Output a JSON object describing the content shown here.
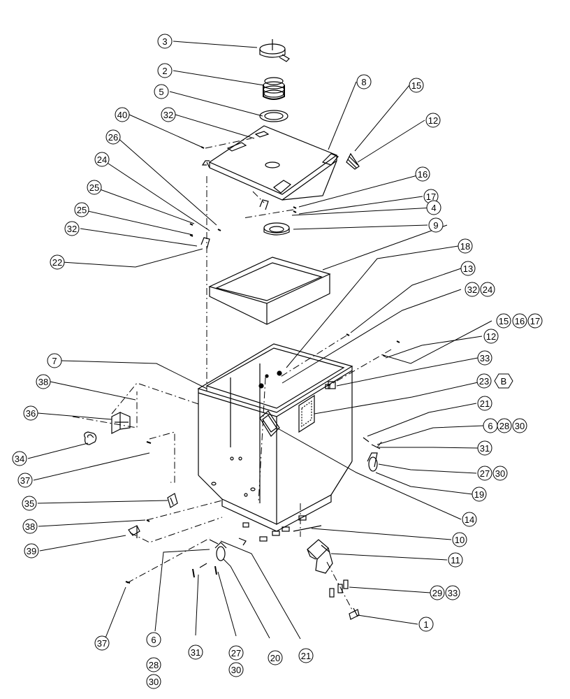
{
  "labels": {
    "b1": "3",
    "b2": "2",
    "b3": "5",
    "b4": "8",
    "b5": "15",
    "b6": "12",
    "b7": "40",
    "b8": "32",
    "b9": "26",
    "b10": "24",
    "b11": "25",
    "b12": "25",
    "b13": "32",
    "b14": "22",
    "b15": "16",
    "b16": "17",
    "b17": "4",
    "b18": "9",
    "b19": "18",
    "b20": "13",
    "b21": "32",
    "b22": "24",
    "b23": "15",
    "b24": "16",
    "b25": "17",
    "b26": "12",
    "b27": "7",
    "b28": "33",
    "b29": "38",
    "b30": "23",
    "b31": "36",
    "b32": "21",
    "b33": "6",
    "b34": "28",
    "b35": "30",
    "b36": "34",
    "b37": "31",
    "b38": "37",
    "b39": "27",
    "b40": "30",
    "b41": "19",
    "b42": "35",
    "b43": "14",
    "b44": "38",
    "b45": "10",
    "b46": "39",
    "b47": "11",
    "b48": "29",
    "b49": "33",
    "b50": "1",
    "b51": "37",
    "b52": "6",
    "b53": "28",
    "b54": "30",
    "b55": "31",
    "b56": "27",
    "b57": "30",
    "b58": "20",
    "b59": "21"
  },
  "hex_label": "B"
}
